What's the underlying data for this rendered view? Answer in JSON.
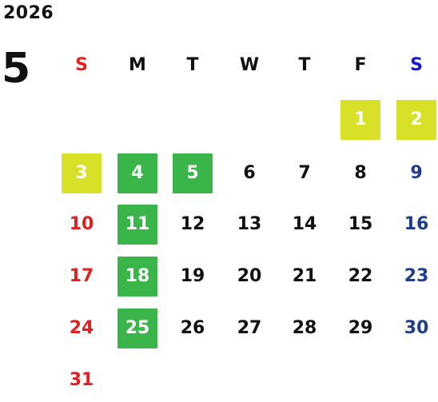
{
  "calendar": {
    "year": "2026",
    "month": "5",
    "weekday_headers": [
      "S",
      "M",
      "T",
      "W",
      "T",
      "F",
      "S"
    ],
    "weeks": [
      [
        null,
        null,
        null,
        null,
        null,
        {
          "day": "1",
          "highlight": "yellow"
        },
        {
          "day": "2",
          "highlight": "yellow"
        }
      ],
      [
        {
          "day": "3",
          "highlight": "yellow"
        },
        {
          "day": "4",
          "highlight": "green"
        },
        {
          "day": "5",
          "highlight": "green"
        },
        {
          "day": "6"
        },
        {
          "day": "7"
        },
        {
          "day": "8"
        },
        {
          "day": "9"
        }
      ],
      [
        {
          "day": "10"
        },
        {
          "day": "11",
          "highlight": "green"
        },
        {
          "day": "12"
        },
        {
          "day": "13"
        },
        {
          "day": "14"
        },
        {
          "day": "15"
        },
        {
          "day": "16"
        }
      ],
      [
        {
          "day": "17"
        },
        {
          "day": "18",
          "highlight": "green"
        },
        {
          "day": "19"
        },
        {
          "day": "20"
        },
        {
          "day": "21"
        },
        {
          "day": "22"
        },
        {
          "day": "23"
        }
      ],
      [
        {
          "day": "24"
        },
        {
          "day": "25",
          "highlight": "green"
        },
        {
          "day": "26"
        },
        {
          "day": "27"
        },
        {
          "day": "28"
        },
        {
          "day": "29"
        },
        {
          "day": "30"
        }
      ],
      [
        {
          "day": "31"
        },
        null,
        null,
        null,
        null,
        null,
        null
      ]
    ]
  },
  "colors": {
    "sunday": "#e02020",
    "saturday": "#1f3d8f",
    "weekday": "#111111",
    "highlight_yellow": "#d8e028",
    "highlight_green": "#39b54a"
  }
}
